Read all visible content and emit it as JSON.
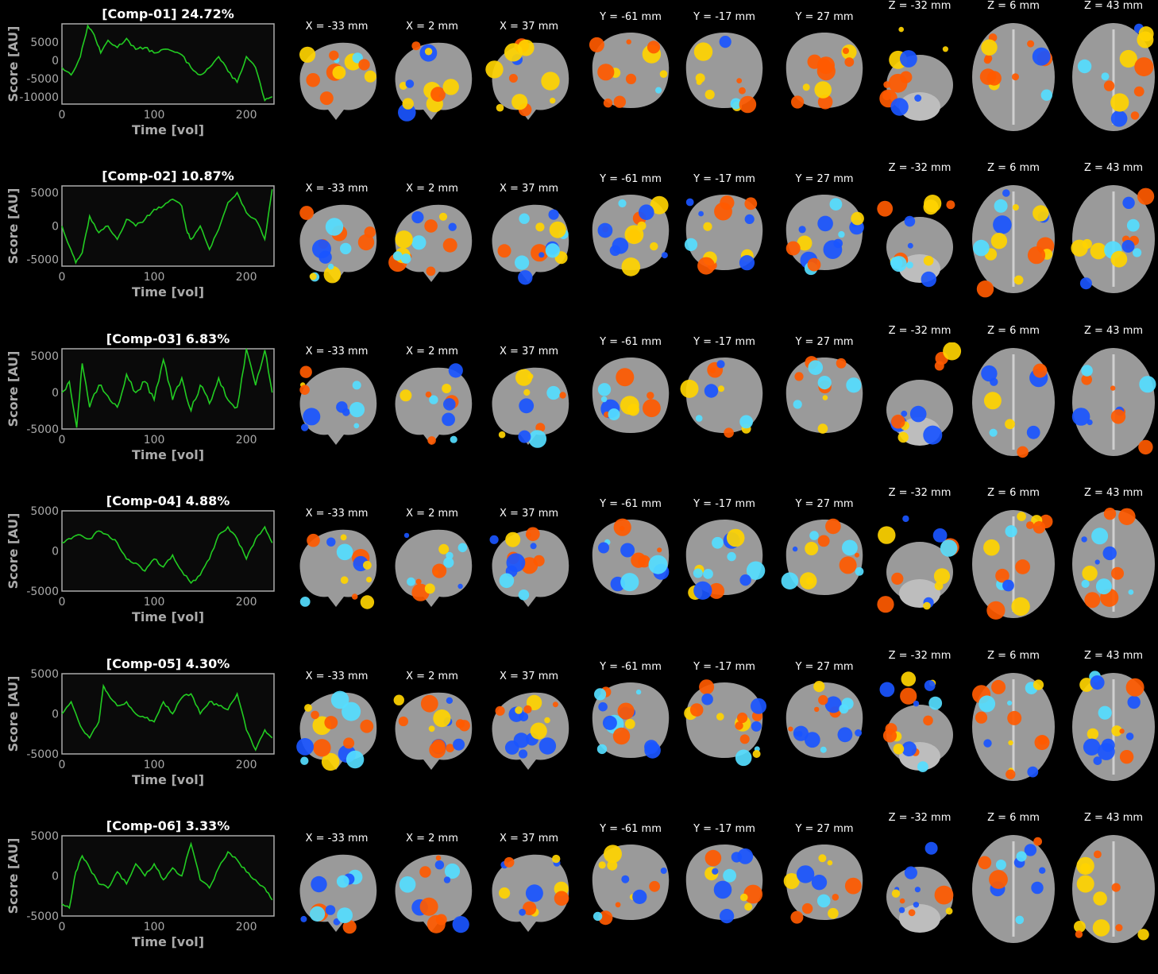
{
  "slice_labels": [
    "X = -33 mm",
    "X = 2 mm",
    "X = 37 mm",
    "Y = -61 mm",
    "Y = -17 mm",
    "Y = 27 mm",
    "Z = -32 mm",
    "Z = 6 mm",
    "Z = 43 mm"
  ],
  "colors": {
    "background": "#000000",
    "trace": "#22cc22",
    "axis": "#aaaaaa",
    "brain": "#9a9a9a",
    "pos_hi": "#ffd400",
    "pos_lo": "#ff5a00",
    "neg_hi": "#55ddff",
    "neg_lo": "#1a55ff"
  },
  "chart_data": [
    {
      "type": "line",
      "title": "[Comp-01] 24.72%",
      "xlabel": "Time [vol]",
      "ylabel": "Score [AU]",
      "xlim": [
        0,
        230
      ],
      "ylim": [
        -12000,
        10000
      ],
      "xticks": [
        0,
        100,
        200
      ],
      "yticks": [
        5000,
        0,
        -5000,
        -10000
      ],
      "xtick_labels": [
        "0",
        "100",
        "200"
      ],
      "ytick_labels": [
        "5000",
        "0",
        "-5000",
        "-10000"
      ],
      "series": [
        {
          "x": [
            0,
            10,
            20,
            28,
            35,
            42,
            50,
            60,
            70,
            80,
            90,
            100,
            110,
            120,
            130,
            140,
            150,
            160,
            170,
            180,
            190,
            200,
            210,
            220,
            228
          ],
          "values": [
            -2000,
            -4000,
            1000,
            9500,
            7000,
            2000,
            5500,
            3500,
            6000,
            3000,
            3500,
            2000,
            3000,
            2500,
            1500,
            -2000,
            -4000,
            -2000,
            1000,
            -3000,
            -6000,
            1000,
            -2000,
            -11000,
            -10000
          ]
        }
      ]
    },
    {
      "type": "line",
      "title": "[Comp-02] 10.87%",
      "xlabel": "Time [vol]",
      "ylabel": "Score [AU]",
      "xlim": [
        0,
        230
      ],
      "ylim": [
        -6000,
        6000
      ],
      "xticks": [
        0,
        100,
        200
      ],
      "yticks": [
        5000,
        0,
        -5000
      ],
      "xtick_labels": [
        "0",
        "100",
        "200"
      ],
      "ytick_labels": [
        "5000",
        "0",
        "-5000"
      ],
      "series": [
        {
          "x": [
            0,
            8,
            15,
            22,
            30,
            40,
            50,
            60,
            70,
            80,
            90,
            100,
            110,
            120,
            130,
            135,
            140,
            150,
            160,
            170,
            180,
            190,
            200,
            210,
            220,
            228
          ],
          "values": [
            0,
            -3000,
            -5500,
            -4000,
            1500,
            -1000,
            0,
            -2000,
            1000,
            0,
            1000,
            2500,
            3000,
            4000,
            3000,
            -500,
            -2000,
            0,
            -3500,
            -500,
            3500,
            5000,
            2000,
            1000,
            -2000,
            5500
          ]
        }
      ]
    },
    {
      "type": "line",
      "title": "[Comp-03] 6.83%",
      "xlabel": "Time [vol]",
      "ylabel": "Score [AU]",
      "xlim": [
        0,
        230
      ],
      "ylim": [
        -5000,
        6000
      ],
      "xticks": [
        0,
        100,
        200
      ],
      "yticks": [
        5000,
        0,
        -5000
      ],
      "xtick_labels": [
        "0",
        "100",
        "200"
      ],
      "ytick_labels": [
        "5000",
        "0",
        "-5000"
      ],
      "series": [
        {
          "x": [
            0,
            8,
            16,
            22,
            30,
            40,
            50,
            60,
            70,
            80,
            90,
            100,
            110,
            120,
            130,
            140,
            150,
            160,
            170,
            180,
            190,
            200,
            210,
            220,
            228
          ],
          "values": [
            0,
            1500,
            -4800,
            4000,
            -2000,
            1000,
            -500,
            -2000,
            2500,
            0,
            1500,
            -1000,
            4500,
            -1000,
            2000,
            -2500,
            1000,
            -1500,
            2000,
            -1000,
            -2000,
            6000,
            1000,
            5800,
            0
          ]
        }
      ]
    },
    {
      "type": "line",
      "title": "[Comp-04] 4.88%",
      "xlabel": "Time [vol]",
      "ylabel": "Score [AU]",
      "xlim": [
        0,
        230
      ],
      "ylim": [
        -5000,
        5000
      ],
      "xticks": [
        0,
        100,
        200
      ],
      "yticks": [
        5000,
        0,
        -5000
      ],
      "xtick_labels": [
        "0",
        "100",
        "200"
      ],
      "ytick_labels": [
        "5000",
        "0",
        "-5000"
      ],
      "series": [
        {
          "x": [
            0,
            10,
            20,
            30,
            40,
            50,
            60,
            70,
            80,
            90,
            100,
            110,
            120,
            130,
            140,
            150,
            160,
            170,
            180,
            190,
            200,
            210,
            220,
            228
          ],
          "values": [
            1000,
            1500,
            2000,
            1500,
            2500,
            2000,
            1000,
            -1000,
            -1500,
            -2500,
            -1000,
            -2000,
            -500,
            -2500,
            -4000,
            -3000,
            -1000,
            2000,
            3000,
            1500,
            -1000,
            1500,
            3000,
            1000
          ]
        }
      ]
    },
    {
      "type": "line",
      "title": "[Comp-05] 4.30%",
      "xlabel": "Time [vol]",
      "ylabel": "Score [AU]",
      "xlim": [
        0,
        230
      ],
      "ylim": [
        -5000,
        5000
      ],
      "xticks": [
        0,
        100,
        200
      ],
      "yticks": [
        5000,
        0,
        -5000
      ],
      "xtick_labels": [
        "0",
        "100",
        "200"
      ],
      "ytick_labels": [
        "5000",
        "0",
        "-5000"
      ],
      "series": [
        {
          "x": [
            0,
            10,
            20,
            30,
            40,
            45,
            50,
            60,
            70,
            80,
            90,
            100,
            110,
            120,
            130,
            140,
            150,
            160,
            170,
            180,
            190,
            200,
            210,
            220,
            228
          ],
          "values": [
            0,
            1500,
            -1500,
            -3000,
            -1000,
            3500,
            2500,
            1000,
            1500,
            0,
            -500,
            -1000,
            1500,
            0,
            2000,
            2500,
            0,
            1500,
            1000,
            500,
            2500,
            -2000,
            -4500,
            -2000,
            -3000
          ]
        }
      ]
    },
    {
      "type": "line",
      "title": "[Comp-06] 3.33%",
      "xlabel": "Time [vol]",
      "ylabel": "Score [AU]",
      "xlim": [
        0,
        230
      ],
      "ylim": [
        -5000,
        5000
      ],
      "xticks": [
        0,
        100,
        200
      ],
      "yticks": [
        5000,
        0,
        -5000
      ],
      "xtick_labels": [
        "0",
        "100",
        "200"
      ],
      "ytick_labels": [
        "5000",
        "0",
        "-5000"
      ],
      "series": [
        {
          "x": [
            0,
            8,
            15,
            22,
            30,
            40,
            50,
            60,
            70,
            80,
            90,
            100,
            110,
            120,
            130,
            140,
            150,
            160,
            170,
            180,
            190,
            200,
            210,
            220,
            228
          ],
          "values": [
            -3500,
            -4000,
            500,
            2500,
            1000,
            -1000,
            -1500,
            500,
            -1000,
            1500,
            0,
            1500,
            -500,
            1000,
            0,
            4000,
            -500,
            -1500,
            1000,
            3000,
            2000,
            500,
            -500,
            -1500,
            -3000
          ]
        }
      ]
    }
  ]
}
